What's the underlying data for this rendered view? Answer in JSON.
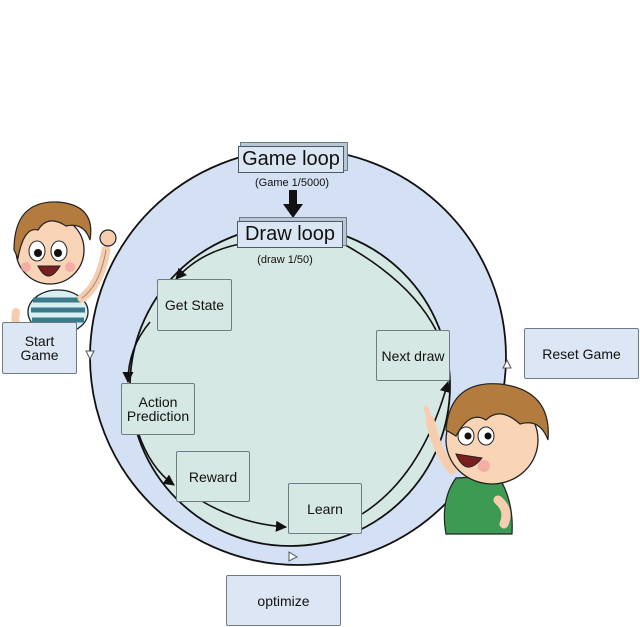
{
  "outer_loop": {
    "title": "Game loop",
    "counter": "(Game 1/5000)"
  },
  "inner_loop": {
    "title": "Draw loop",
    "counter": "(draw 1/50)"
  },
  "steps": {
    "get_state": "Get State",
    "action_prediction": "Action Prediction",
    "reward": "Reward",
    "learn": "Learn",
    "next_draw": "Next draw"
  },
  "external": {
    "start_game": "Start Game",
    "reset_game": "Reset Game",
    "optimize": "optimize"
  },
  "colors": {
    "outer_fill": "#d4e1f4",
    "inner_fill": "#d6e8e3",
    "stroke": "#111111",
    "box_border": "#6f7c86"
  },
  "illustrations": [
    "cartoon-boy-waving",
    "cartoon-boy-pointing"
  ]
}
